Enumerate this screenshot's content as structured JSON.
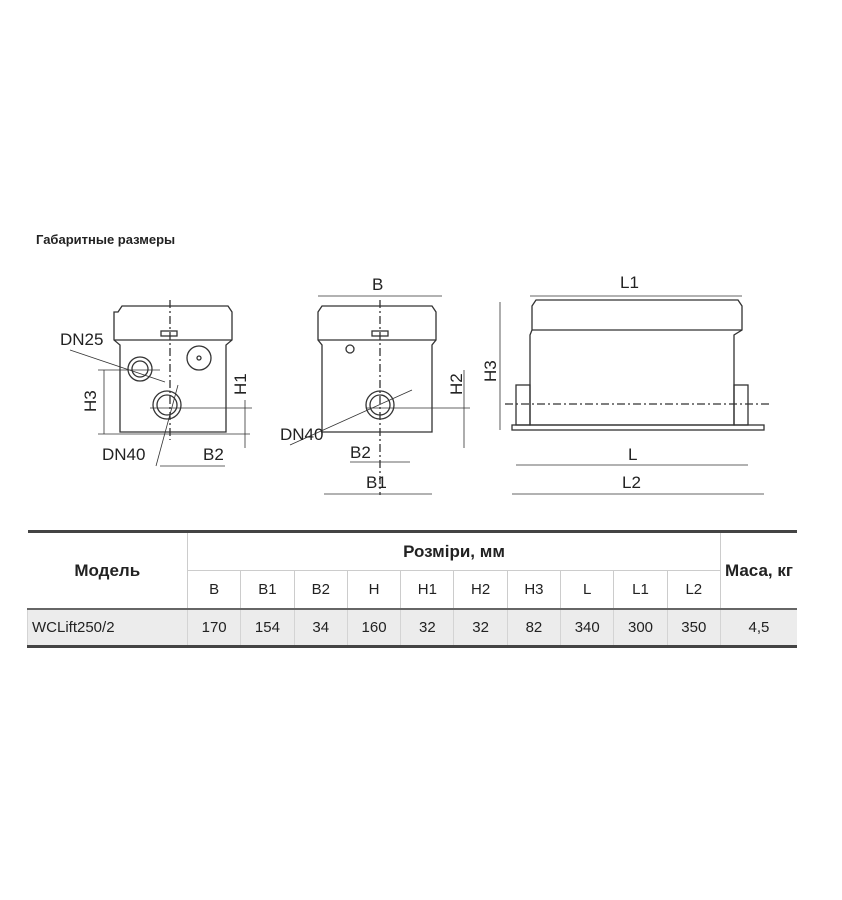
{
  "title": "Габаритные размеры",
  "drawing_labels": {
    "front": [
      "DN25",
      "H3",
      "H1",
      "DN40",
      "B2"
    ],
    "side": [
      "B",
      "H2",
      "DN40",
      "B2",
      "B1"
    ],
    "top": [
      "L1",
      "H3",
      "L",
      "L2"
    ]
  },
  "table": {
    "model_header": "Модель",
    "dims_header": "Розміри, мм",
    "mass_header": "Маса, кг",
    "columns": [
      "B",
      "B1",
      "B2",
      "H",
      "H1",
      "H2",
      "H3",
      "L",
      "L1",
      "L2"
    ],
    "rows": [
      {
        "model": "WCLift250/2",
        "values": [
          "170",
          "154",
          "34",
          "160",
          "32",
          "32",
          "82",
          "340",
          "300",
          "350"
        ],
        "mass": "4,5"
      }
    ]
  }
}
